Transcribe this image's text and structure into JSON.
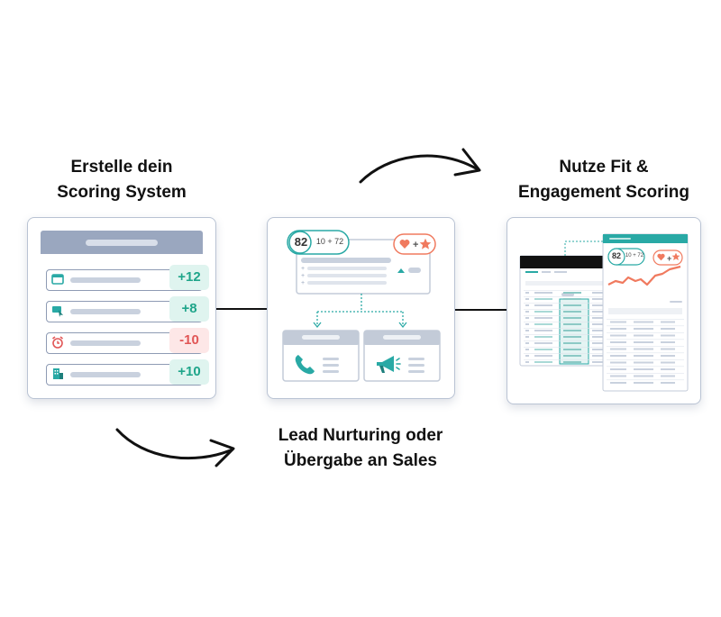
{
  "captions": {
    "step1": [
      "Erstelle dein",
      "Scoring System"
    ],
    "step2": [
      "Lead Nurturing oder",
      "Übergabe an Sales"
    ],
    "step3": [
      "Nutze Fit &",
      "Engagement Scoring"
    ]
  },
  "scoring_rules": [
    {
      "icon": "browser-window-icon",
      "value": "+12",
      "type": "positive"
    },
    {
      "icon": "cursor-click-icon",
      "value": "+8",
      "type": "positive"
    },
    {
      "icon": "alarm-clock-icon",
      "value": "-10",
      "type": "negative"
    },
    {
      "icon": "building-icon",
      "value": "+10",
      "type": "positive"
    }
  ],
  "lead_score": {
    "total": "82",
    "breakdown": "10 + 72"
  },
  "channels": [
    {
      "icon": "phone-icon"
    },
    {
      "icon": "megaphone-icon"
    }
  ],
  "colors": {
    "teal": "#29a9a5",
    "coral": "#f07a5f",
    "slate": "#9aa7bf",
    "positive_text": "#1fa58a",
    "negative_text": "#e15656"
  }
}
